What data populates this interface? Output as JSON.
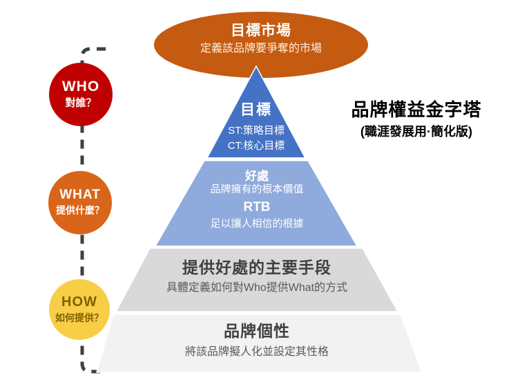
{
  "heading": {
    "title": "品牌權益金字塔",
    "subtitle": "(職涯發展用·簡化版)"
  },
  "ellipse": {
    "title": "目標市場",
    "subtitle": "定義該品牌要爭奪的市場",
    "fill": "#C55A11",
    "text_color": "#FFFFFF"
  },
  "pyramid": {
    "layers": [
      {
        "id": "objective",
        "fill": "#4472C4",
        "text_color": "#FFFFFF",
        "title": "目標",
        "sub_lines": [
          "ST:策略目標",
          "CT:核心目標"
        ]
      },
      {
        "id": "benefit",
        "fill": "#8FAADC",
        "text_color": "#FFFFFF",
        "title": "好處",
        "subtitle": "品牌擁有的根本價值",
        "title2": "RTB",
        "subtitle2": "足以讓人相信的根據"
      },
      {
        "id": "means",
        "fill": "#D9D9D9",
        "heading_color": "#404040",
        "sub_color": "#595959",
        "title": "提供好處的主要手段",
        "subtitle": "具體定義如何對Who提供What的方式"
      },
      {
        "id": "personality",
        "fill": "#F2F2F2",
        "heading_color": "#404040",
        "sub_color": "#595959",
        "title": "品牌個性",
        "subtitle": "將該品牌擬人化並設定其性格"
      }
    ]
  },
  "markers": [
    {
      "id": "who",
      "label": "WHO",
      "question": "對誰？",
      "fill": "#C00000",
      "text_color": "#FFFFFF"
    },
    {
      "id": "what",
      "label": "WHAT",
      "question": "提供什麼？",
      "fill": "#D8651A",
      "text_color": "#FFFFFF"
    },
    {
      "id": "how",
      "label": "HOW",
      "question": "如何提供？",
      "fill": "#F7CE46",
      "text_color": "#7F6000"
    }
  ],
  "dash_line": {
    "color": "#404040"
  }
}
